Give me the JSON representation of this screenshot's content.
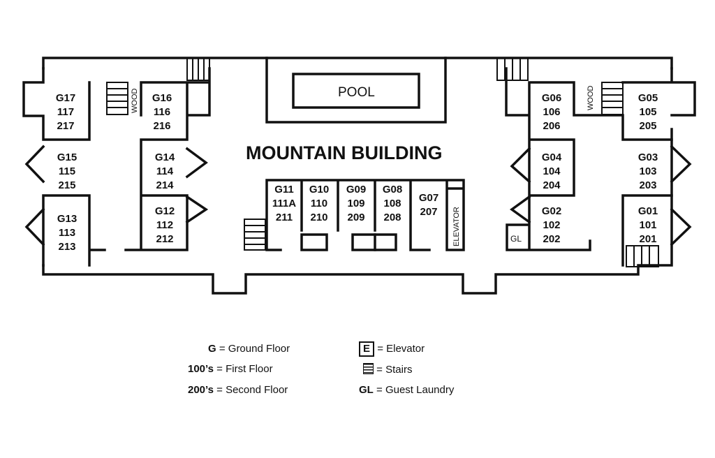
{
  "title": "MOUNTAIN BUILDING",
  "pool_label": "POOL",
  "wood_label": "WOOD",
  "elevator_label": "ELEVATOR",
  "laundry_label": "GL",
  "rooms": {
    "g17": [
      "G17",
      "117",
      "217"
    ],
    "g16": [
      "G16",
      "116",
      "216"
    ],
    "g15": [
      "G15",
      "115",
      "215"
    ],
    "g14": [
      "G14",
      "114",
      "214"
    ],
    "g13": [
      "G13",
      "113",
      "213"
    ],
    "g12": [
      "G12",
      "112",
      "212"
    ],
    "g11": [
      "G11",
      "111A",
      "211"
    ],
    "g10": [
      "G10",
      "110",
      "210"
    ],
    "g09": [
      "G09",
      "109",
      "209"
    ],
    "g08": [
      "G08",
      "108",
      "208"
    ],
    "g07": [
      "G07",
      "207"
    ],
    "g06": [
      "G06",
      "106",
      "206"
    ],
    "g05": [
      "G05",
      "105",
      "205"
    ],
    "g04": [
      "G04",
      "104",
      "204"
    ],
    "g03": [
      "G03",
      "103",
      "203"
    ],
    "g02": [
      "G02",
      "102",
      "202"
    ],
    "g01": [
      "G01",
      "101",
      "201"
    ]
  },
  "legend": {
    "g_key": "G",
    "g_text": "= Ground Floor",
    "first_key": "100’s",
    "first_text": "= First Floor",
    "second_key": "200’s",
    "second_text": "= Second Floor",
    "elevator_key": "E",
    "elevator_text": "= Elevator",
    "stairs_text": "= Stairs",
    "laundry_key": "GL",
    "laundry_text": "= Guest Laundry"
  }
}
